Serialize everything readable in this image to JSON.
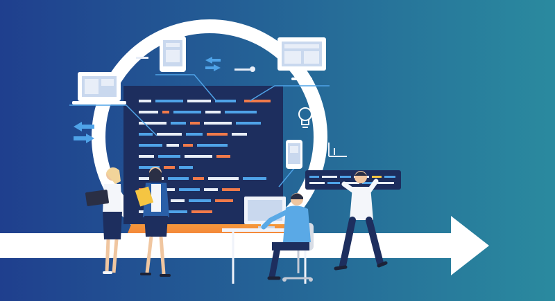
{
  "scene": {
    "background": {
      "left_color": "#1f3f8e",
      "right_color": "#2a8a9f"
    },
    "accent_colors": {
      "ring": "#ffffff",
      "code_panel": "#1d2e5e",
      "code_blue": "#4fa3e8",
      "code_orange": "#f07a4a",
      "code_white": "#e8eef8",
      "floor_glow": "#f5873a",
      "shirt_light_blue": "#5aa9e6"
    },
    "icons": [
      "laptop-icon",
      "tablet-icon",
      "monitor-icon",
      "smartphone-icon",
      "lightbulb-icon",
      "exchange-arrows-icon",
      "bar-chart-icon"
    ],
    "people": [
      "woman-with-laptop",
      "woman-with-folder",
      "man-at-desk-computer",
      "man-holding-code-panel"
    ]
  }
}
